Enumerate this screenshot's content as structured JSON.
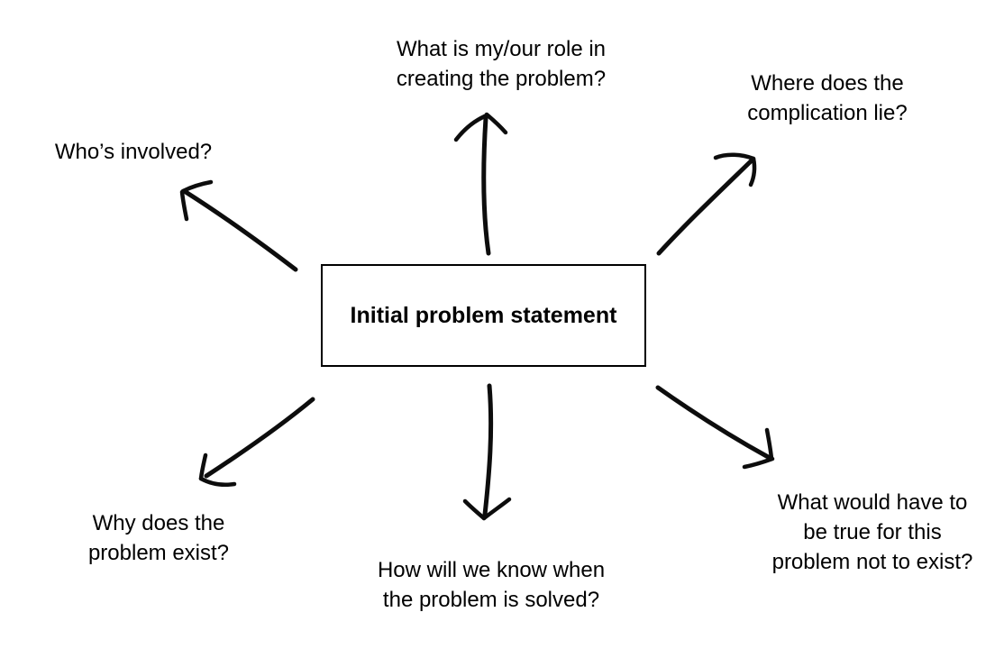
{
  "center_box": {
    "label": "Initial problem statement"
  },
  "questions": {
    "top": {
      "lines": [
        "What is my/our role in",
        "creating the problem?"
      ]
    },
    "top_right": {
      "lines": [
        "Where does the",
        "complication lie?"
      ]
    },
    "left": {
      "lines": [
        "Who’s involved?"
      ]
    },
    "bottom_left": {
      "lines": [
        "Why does the",
        "problem exist?"
      ]
    },
    "bottom": {
      "lines": [
        "How will we know when",
        "the problem is solved?"
      ]
    },
    "bottom_right": {
      "lines": [
        "What would have to",
        "be true for this",
        "problem not to exist?"
      ]
    }
  },
  "colors": {
    "ink": "#0d0d0d",
    "background": "#ffffff"
  }
}
